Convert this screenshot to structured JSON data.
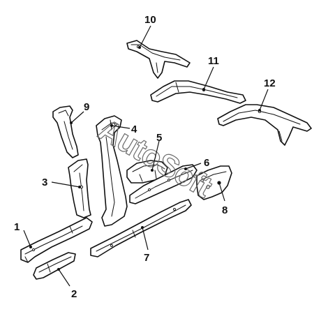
{
  "watermark": "AutoSoft",
  "callouts": [
    {
      "id": "1",
      "label": "1"
    },
    {
      "id": "2",
      "label": "2"
    },
    {
      "id": "3",
      "label": "3"
    },
    {
      "id": "4",
      "label": "4"
    },
    {
      "id": "5",
      "label": "5"
    },
    {
      "id": "6",
      "label": "6"
    },
    {
      "id": "7",
      "label": "7"
    },
    {
      "id": "8",
      "label": "8"
    },
    {
      "id": "9",
      "label": "9"
    },
    {
      "id": "10",
      "label": "10"
    },
    {
      "id": "11",
      "label": "11"
    },
    {
      "id": "12",
      "label": "12"
    }
  ],
  "colors": {
    "line": "#111111",
    "background": "#ffffff",
    "watermark": "#6a6a6a"
  }
}
